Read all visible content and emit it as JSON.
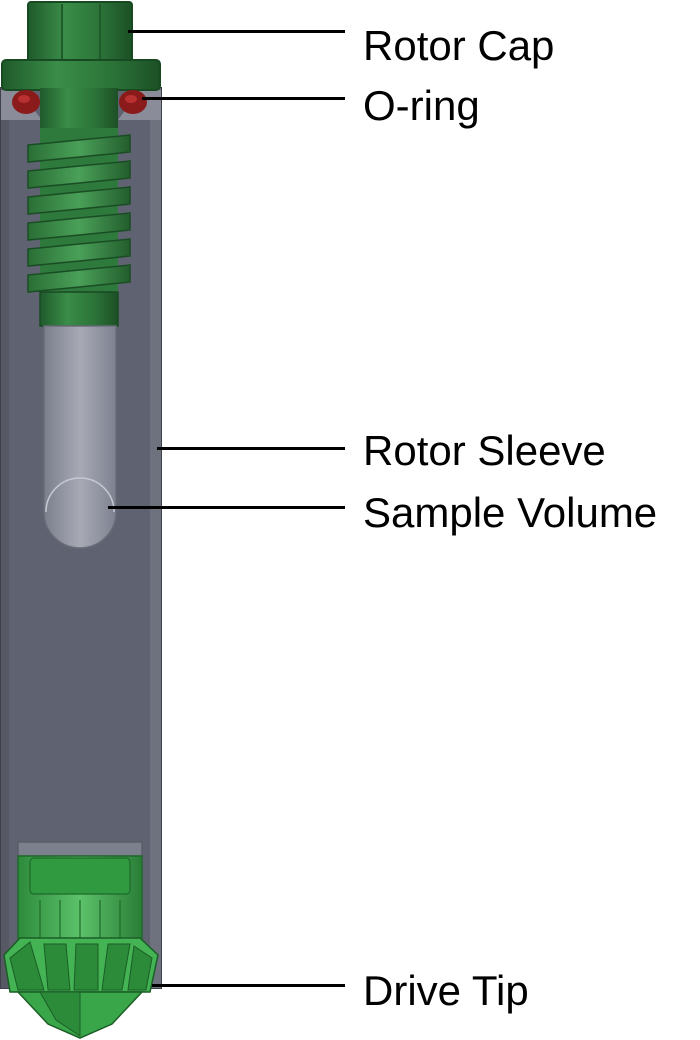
{
  "labels": {
    "rotor_cap": "Rotor Cap",
    "o_ring": "O-ring",
    "rotor_sleeve": "Rotor Sleeve",
    "sample_volume": "Sample Volume",
    "drive_tip": "Drive Tip"
  },
  "colors": {
    "sleeve": "#5f6270",
    "cap_green": "#2d7a3c",
    "o_ring_red": "#8b1a1a",
    "sample_glass": "#8f93a0",
    "tip_green": "#3fa84e",
    "leader_line": "#000000"
  }
}
